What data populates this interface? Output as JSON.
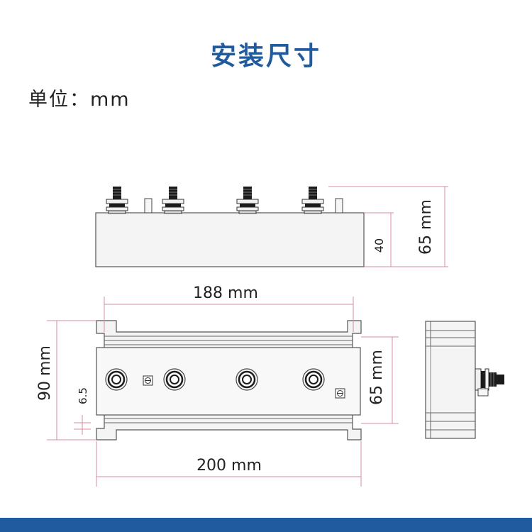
{
  "title": "安装尺寸",
  "unit_label": "单位：mm",
  "dimensions": {
    "side_total_height": "65 mm",
    "side_body_height": "40",
    "top_hole_spacing": "188 mm",
    "top_total_width": "200 mm",
    "top_total_depth": "90 mm",
    "top_hole_offset": "6.5",
    "top_inner_depth": "65 mm"
  },
  "colors": {
    "title": "#1f5b9e",
    "dimension_line": "#d98d9c",
    "outline": "#555555",
    "body_fill": "#f4f4f4",
    "footer": "#1f5b9e"
  }
}
